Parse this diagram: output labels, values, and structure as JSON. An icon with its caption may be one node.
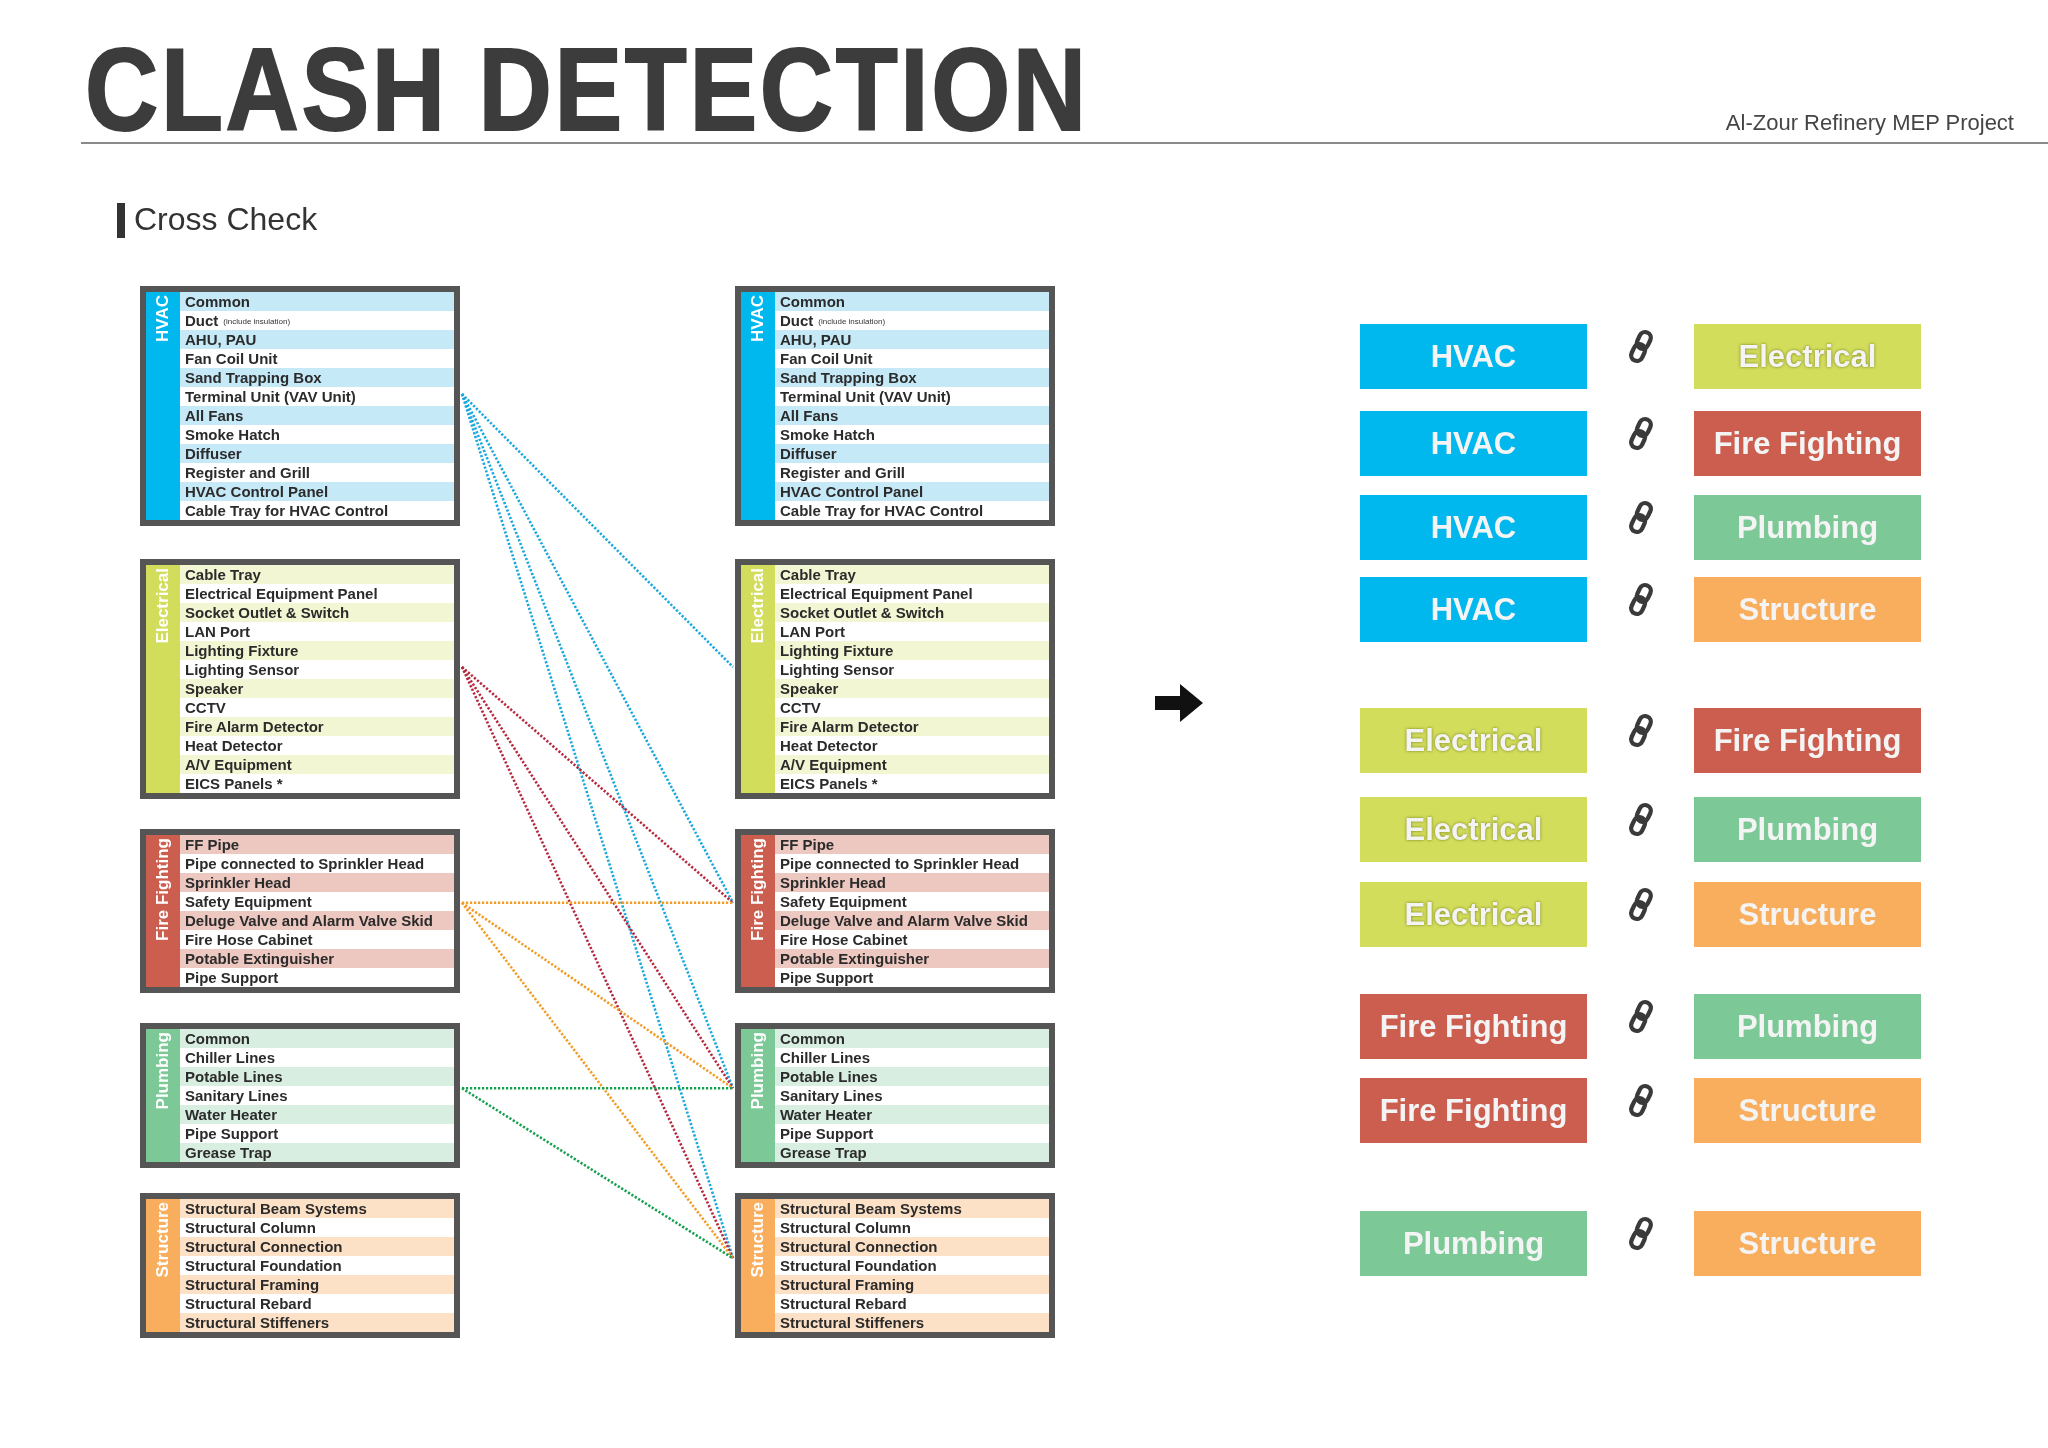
{
  "diagram": {
    "title": "CLASH DETECTION",
    "nodes": [
      {
        "text": [
          "HVAC"
        ]
      },
      {
        "text": [
          "Common"
        ],
        "in": 0
      },
      {
        "text": [
          "Duct",
          "(include insulation)"
        ],
        "in": 0
      },
      {
        "text": [
          "AHU, PAU"
        ],
        "in": 0
      },
      {
        "text": [
          "Fan Coil Unit"
        ],
        "in": 0
      },
      {
        "text": [
          "Sand Trapping Box"
        ],
        "in": 0
      },
      {
        "text": [
          "Terminal Unit (VAV Unit)"
        ],
        "in": 0
      },
      {
        "text": [
          "All Fans"
        ],
        "in": 0
      },
      {
        "text": [
          "Smoke Hatch"
        ],
        "in": 0
      },
      {
        "text": [
          "Diffuser"
        ],
        "in": 0
      },
      {
        "text": [
          "Register and Grill"
        ],
        "in": 0
      },
      {
        "text": [
          "HVAC Control Panel"
        ],
        "in": 0
      },
      {
        "text": [
          "Cable Tray for HVAC Control"
        ],
        "in": 0
      },
      {
        "text": [
          "Electrical"
        ]
      },
      {
        "text": [
          "Cable Tray"
        ],
        "in": 13
      },
      {
        "text": [
          "Electrical Equipment Panel"
        ],
        "in": 13
      },
      {
        "text": [
          "Socket Outlet & Switch"
        ],
        "in": 13
      },
      {
        "text": [
          "LAN Port"
        ],
        "in": 13
      },
      {
        "text": [
          "Lighting Fixture"
        ],
        "in": 13
      },
      {
        "text": [
          "Lighting Sensor"
        ],
        "in": 13
      },
      {
        "text": [
          "Speaker"
        ],
        "in": 13
      },
      {
        "text": [
          "CCTV"
        ],
        "in": 13
      },
      {
        "text": [
          "Fire Alarm Detector"
        ],
        "in": 13
      },
      {
        "text": [
          "Heat Detector"
        ],
        "in": 13
      },
      {
        "text": [
          "A/V Equipment"
        ],
        "in": 13
      },
      {
        "text": [
          "EICS Panels *"
        ],
        "in": 13
      },
      {
        "text": [
          "Fire Fighting"
        ]
      },
      {
        "text": [
          "FF Pipe"
        ],
        "in": 26
      },
      {
        "text": [
          "Pipe connected to Sprinkler Head"
        ],
        "in": 26
      },
      {
        "text": [
          "Sprinkler Head"
        ],
        "in": 26
      },
      {
        "text": [
          "Safety Equipment"
        ],
        "in": 26
      },
      {
        "text": [
          "Deluge Valve and Alarm Valve Skid"
        ],
        "in": 26
      },
      {
        "text": [
          "Fire Hose Cabinet"
        ],
        "in": 26
      },
      {
        "text": [
          "Potable Extinguisher"
        ],
        "in": 26
      },
      {
        "text": [
          "Pipe Support"
        ],
        "in": 26
      },
      {
        "text": [
          "Plumbing"
        ]
      },
      {
        "text": [
          "Common"
        ],
        "in": 35
      },
      {
        "text": [
          "Chiller Lines"
        ],
        "in": 35
      },
      {
        "text": [
          "Potable Lines"
        ],
        "in": 35
      },
      {
        "text": [
          "Sanitary Lines"
        ],
        "in": 35
      },
      {
        "text": [
          "Water Heater"
        ],
        "in": 35
      },
      {
        "text": [
          "Pipe Support"
        ],
        "in": 35
      },
      {
        "text": [
          "Grease Trap"
        ],
        "in": 35
      },
      {
        "text": [
          "Structure"
        ]
      },
      {
        "text": [
          "Structural Beam Systems"
        ],
        "in": 43
      },
      {
        "text": [
          "Structural Column"
        ],
        "in": 43
      },
      {
        "text": [
          "Structural Connection"
        ],
        "in": 43
      },
      {
        "text": [
          "Structural Foundation"
        ],
        "in": 43
      },
      {
        "text": [
          "Structural Framing"
        ],
        "in": 43
      },
      {
        "text": [
          "Structural Rebard"
        ],
        "in": 43
      },
      {
        "text": [
          "Structural Stiffeners"
        ],
        "in": 43
      },
      {
        "text": [
          "HVAC"
        ]
      },
      {
        "text": [
          "Common"
        ],
        "in": 51
      },
      {
        "text": [
          "Duct",
          "(include insulation)"
        ],
        "in": 51
      },
      {
        "text": [
          "AHU, PAU"
        ],
        "in": 51
      },
      {
        "text": [
          "Fan Coil Unit"
        ],
        "in": 51
      },
      {
        "text": [
          "Sand Trapping Box"
        ],
        "in": 51
      },
      {
        "text": [
          "Terminal Unit (VAV Unit)"
        ],
        "in": 51
      },
      {
        "text": [
          "All Fans"
        ],
        "in": 51
      },
      {
        "text": [
          "Smoke Hatch"
        ],
        "in": 51
      },
      {
        "text": [
          "Diffuser"
        ],
        "in": 51
      },
      {
        "text": [
          "Register and Grill"
        ],
        "in": 51
      },
      {
        "text": [
          "HVAC Control Panel"
        ],
        "in": 51
      },
      {
        "text": [
          "Cable Tray for HVAC Control"
        ],
        "in": 51
      },
      {
        "text": [
          "Electrical"
        ]
      },
      {
        "text": [
          "Cable Tray"
        ],
        "in": 64
      },
      {
        "text": [
          "Electrical Equipment Panel"
        ],
        "in": 64
      },
      {
        "text": [
          "Socket Outlet & Switch"
        ],
        "in": 64
      },
      {
        "text": [
          "LAN Port"
        ],
        "in": 64
      },
      {
        "text": [
          "Lighting Fixture"
        ],
        "in": 64
      },
      {
        "text": [
          "Lighting Sensor"
        ],
        "in": 64
      },
      {
        "text": [
          "Speaker"
        ],
        "in": 64
      },
      {
        "text": [
          "CCTV"
        ],
        "in": 64
      },
      {
        "text": [
          "Fire Alarm Detector"
        ],
        "in": 64
      },
      {
        "text": [
          "Heat Detector"
        ],
        "in": 64
      },
      {
        "text": [
          "A/V Equipment"
        ],
        "in": 64
      },
      {
        "text": [
          "EICS Panels *"
        ],
        "in": 64
      },
      {
        "text": [
          "Fire Fighting"
        ]
      },
      {
        "text": [
          "FF Pipe"
        ],
        "in": 77
      },
      {
        "text": [
          "Pipe connected to Sprinkler Head"
        ],
        "in": 77
      },
      {
        "text": [
          "Sprinkler Head"
        ],
        "in": 77
      },
      {
        "text": [
          "Safety Equipment"
        ],
        "in": 77
      },
      {
        "text": [
          "Deluge Valve and Alarm Valve Skid"
        ],
        "in": 77
      },
      {
        "text": [
          "Fire Hose Cabinet"
        ],
        "in": 77
      },
      {
        "text": [
          "Potable Extinguisher"
        ],
        "in": 77
      },
      {
        "text": [
          "Pipe Support"
        ],
        "in": 77
      },
      {
        "text": [
          "Plumbing"
        ]
      },
      {
        "text": [
          "Common"
        ],
        "in": 86
      },
      {
        "text": [
          "Chiller Lines"
        ],
        "in": 86
      },
      {
        "text": [
          "Potable Lines"
        ],
        "in": 86
      },
      {
        "text": [
          "Sanitary Lines"
        ],
        "in": 86
      },
      {
        "text": [
          "Water Heater"
        ],
        "in": 86
      },
      {
        "text": [
          "Pipe Support"
        ],
        "in": 86
      },
      {
        "text": [
          "Grease Trap"
        ],
        "in": 86
      },
      {
        "text": [
          "Structure"
        ]
      },
      {
        "text": [
          "Structural Beam Systems"
        ],
        "in": 94
      },
      {
        "text": [
          "Structural Column"
        ],
        "in": 94
      },
      {
        "text": [
          "Structural Connection"
        ],
        "in": 94
      },
      {
        "text": [
          "Structural Foundation"
        ],
        "in": 94
      },
      {
        "text": [
          "Structural Framing"
        ],
        "in": 94
      },
      {
        "text": [
          "Structural Rebard"
        ],
        "in": 94
      },
      {
        "text": [
          "Structural Stiffeners"
        ],
        "in": 94
      },
      {
        "text": [
          "HVAC"
        ]
      },
      {
        "text": [
          "Electrical"
        ]
      },
      {
        "text": [
          "HVAC"
        ]
      },
      {
        "text": [
          "Fire Fighting"
        ]
      },
      {
        "text": [
          "HVAC"
        ]
      },
      {
        "text": [
          "Plumbing"
        ]
      },
      {
        "text": [
          "HVAC"
        ]
      },
      {
        "text": [
          "Structure"
        ]
      },
      {
        "text": [
          "Electrical"
        ]
      },
      {
        "text": [
          "Fire Fighting"
        ]
      },
      {
        "text": [
          "Electrical"
        ]
      },
      {
        "text": [
          "Plumbing"
        ]
      },
      {
        "text": [
          "Electrical"
        ]
      },
      {
        "text": [
          "Structure"
        ]
      },
      {
        "text": [
          "Fire Fighting"
        ]
      },
      {
        "text": [
          "Plumbing"
        ]
      },
      {
        "text": [
          "Fire Fighting"
        ]
      },
      {
        "text": [
          "Structure"
        ]
      },
      {
        "text": [
          "Plumbing"
        ]
      },
      {
        "text": [
          "Structure"
        ]
      }
    ],
    "edges": [
      {
        "from": 0,
        "to": 64,
        "arrow": "none",
        "style": "dashed",
        "color": "#1ba8df"
      },
      {
        "from": 0,
        "to": 77,
        "arrow": "none",
        "style": "dashed",
        "color": "#1ba8df"
      },
      {
        "from": 0,
        "to": 86,
        "arrow": "none",
        "style": "dashed",
        "color": "#1ba8df"
      },
      {
        "from": 0,
        "to": 94,
        "arrow": "none",
        "style": "dashed",
        "color": "#1ba8df"
      },
      {
        "from": 13,
        "to": 77,
        "arrow": "none",
        "style": "dashed",
        "color": "#b52a3e"
      },
      {
        "from": 13,
        "to": 86,
        "arrow": "none",
        "style": "dashed",
        "color": "#b52a3e"
      },
      {
        "from": 13,
        "to": 94,
        "arrow": "none",
        "style": "dashed",
        "color": "#b52a3e"
      },
      {
        "from": 26,
        "to": 77,
        "arrow": "none",
        "style": "dashed",
        "color": "#f29b25"
      },
      {
        "from": 26,
        "to": 86,
        "arrow": "none",
        "style": "dashed",
        "color": "#f29b25"
      },
      {
        "from": 26,
        "to": 94,
        "arrow": "none",
        "style": "dashed",
        "color": "#f29b25"
      },
      {
        "from": 35,
        "to": 86,
        "arrow": "none",
        "style": "dashed",
        "color": "#15a04f"
      },
      {
        "from": 35,
        "to": 94,
        "arrow": "none",
        "style": "dashed",
        "color": "#15a04f"
      }
    ],
    "labels": [
      "Al-Zour Refinery MEP Project",
      "Cross Check"
    ]
  }
}
